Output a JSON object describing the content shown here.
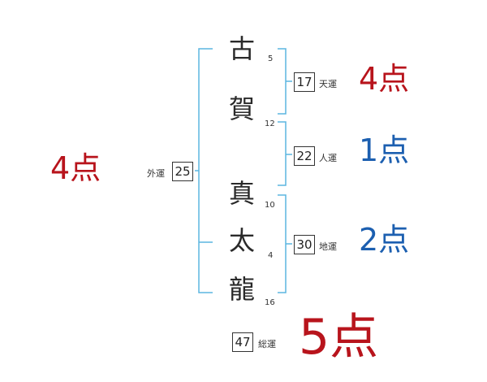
{
  "characters": [
    {
      "char": "古",
      "strokes": "5"
    },
    {
      "char": "賀",
      "strokes": "12"
    },
    {
      "char": "真",
      "strokes": "10"
    },
    {
      "char": "太",
      "strokes": "4"
    },
    {
      "char": "龍",
      "strokes": "16"
    }
  ],
  "fortunes": {
    "tenkaku": {
      "value": "17",
      "label": "天運",
      "score": "4点"
    },
    "jinkaku": {
      "value": "22",
      "label": "人運",
      "score": "1点"
    },
    "chikaku": {
      "value": "30",
      "label": "地運",
      "score": "2点"
    },
    "gaikaku": {
      "value": "25",
      "label": "外運",
      "score": "4点"
    },
    "soukaku": {
      "value": "47",
      "label": "総運",
      "score": "5点"
    }
  },
  "colors": {
    "bracket": "#5bb5e0",
    "score_red": "#b8141c",
    "score_blue": "#1c5fb0"
  }
}
